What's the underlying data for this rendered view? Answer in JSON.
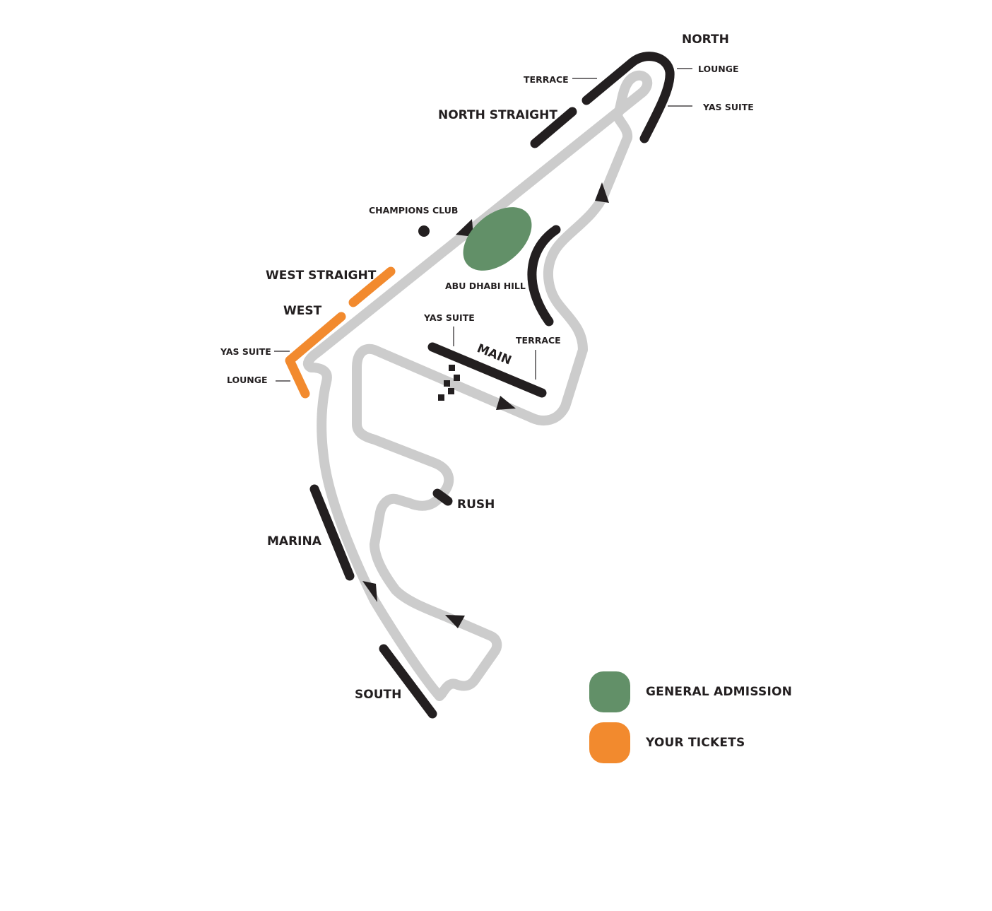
{
  "colors": {
    "track": "#cccccc",
    "grandstand": "#231f20",
    "general_admission": "#629068",
    "your_tickets": "#f28a2e",
    "text": "#231f20"
  },
  "grandstands": {
    "north": "NORTH",
    "north_lounge": "LOUNGE",
    "north_yas_suite": "YAS SUITE",
    "north_terrace": "TERRACE",
    "north_straight": "NORTH STRAIGHT",
    "champions_club": "CHAMPIONS CLUB",
    "abu_dhabi_hill": "ABU DHABI HILL",
    "west_straight": "WEST STRAIGHT",
    "west": "WEST",
    "west_yas_suite": "YAS SUITE",
    "west_lounge": "LOUNGE",
    "main": "MAIN",
    "main_yas_suite": "YAS SUITE",
    "main_terrace": "TERRACE",
    "rush": "RUSH",
    "marina": "MARINA",
    "south": "SOUTH"
  },
  "legend": {
    "items": [
      {
        "label": "GENERAL ADMISSION",
        "color": "#629068"
      },
      {
        "label": "YOUR TICKETS",
        "color": "#f28a2e"
      }
    ]
  }
}
